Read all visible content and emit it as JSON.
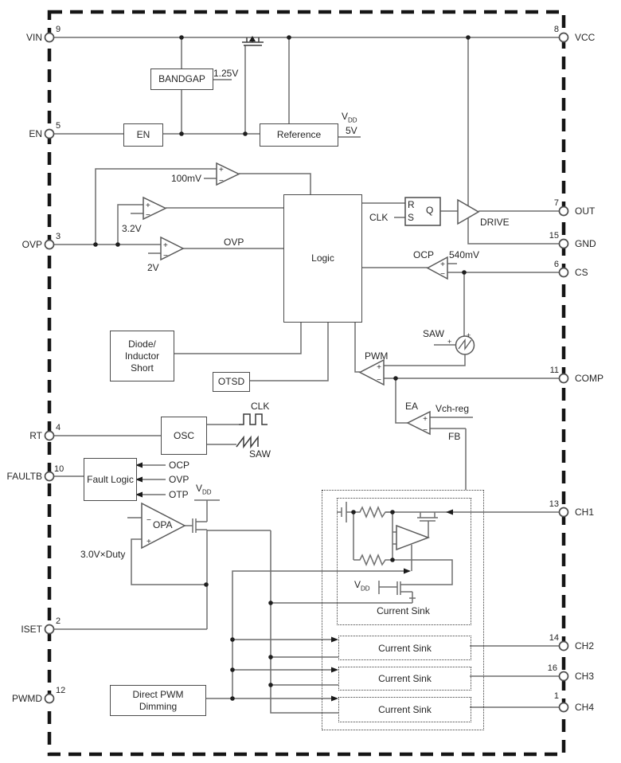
{
  "pins_left": [
    {
      "label": "VIN",
      "num": "9"
    },
    {
      "label": "EN",
      "num": "5"
    },
    {
      "label": "OVP",
      "num": "3"
    },
    {
      "label": "RT",
      "num": "4"
    },
    {
      "label": "FAULTB",
      "num": "10"
    },
    {
      "label": "ISET",
      "num": "2"
    },
    {
      "label": "PWMD",
      "num": "12"
    }
  ],
  "pins_right": [
    {
      "label": "VCC",
      "num": "8"
    },
    {
      "label": "OUT",
      "num": "7"
    },
    {
      "label": "GND",
      "num": "15"
    },
    {
      "label": "CS",
      "num": "6"
    },
    {
      "label": "COMP",
      "num": "11"
    },
    {
      "label": "CH1",
      "num": "13"
    },
    {
      "label": "CH2",
      "num": "14"
    },
    {
      "label": "CH3",
      "num": "16"
    },
    {
      "label": "CH4",
      "num": "1"
    }
  ],
  "blocks": {
    "bandgap": "BANDGAP",
    "en": "EN",
    "reference": "Reference",
    "logic": "Logic",
    "diode_l1": "Diode/",
    "diode_l2": "Inductor",
    "diode_l3": "Short",
    "otsd": "OTSD",
    "osc": "OSC",
    "fault": "Fault Logic",
    "dim_l1": "Direct PWM",
    "dim_l2": "Dimming",
    "current_sink": "Current Sink"
  },
  "signals": {
    "v125": "1.25V",
    "v5": "5V",
    "mv100": "100mV",
    "v32": "3.2V",
    "v2": "2V",
    "ovp": "OVP",
    "clk": "CLK",
    "saw": "SAW",
    "ocp": "OCP",
    "otp": "OTP",
    "mv540": "540mV",
    "pwm": "PWM",
    "ea": "EA",
    "vchreg": "Vch-reg",
    "fb": "FB",
    "opa": "OPA",
    "duty": "3.0V×Duty",
    "drive": "DRIVE",
    "r": "R",
    "s": "S",
    "q": "Q",
    "plus": "+",
    "minus": "−"
  },
  "vdd": {
    "base": "V",
    "sub": "DD"
  }
}
